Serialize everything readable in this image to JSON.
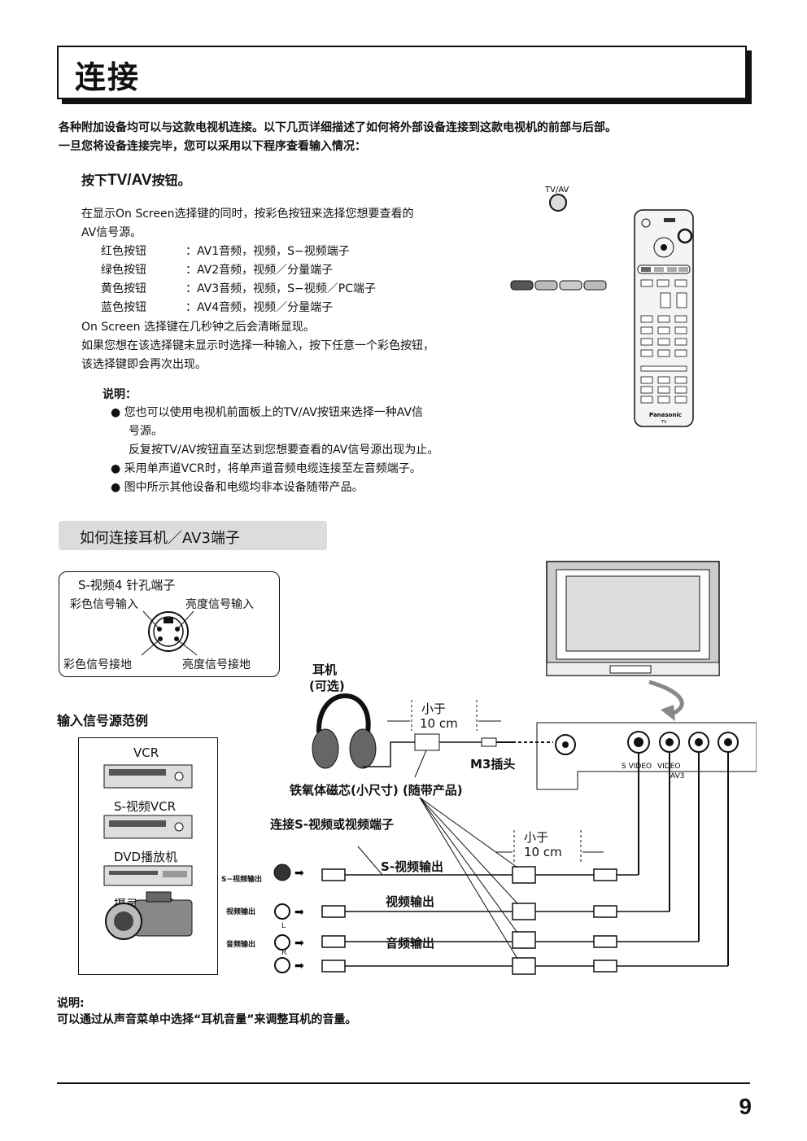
{
  "page": {
    "title": "连接",
    "intro_line1": "各种附加设备均可以与这款电视机连接。以下几页详细描述了如何将外部设备连接到这款电视机的前部与后部。",
    "intro_line2": "一旦您将设备连接完毕，您可以采用以下程序查看输入情况：",
    "step_prefix": "按下",
    "step_button": "TV/AV",
    "step_suffix": "按钮。",
    "instr_line1": "在显示On Screen选择键的同时，按彩色按钮来选择您想要查看的",
    "instr_line2": "AV信号源。",
    "color_buttons": [
      {
        "name": "红色按钮",
        "desc": "：AV1音频，视频，S−视频端子"
      },
      {
        "name": "绿色按钮",
        "desc": "：AV2音频，视频／分量端子"
      },
      {
        "name": "黄色按钮",
        "desc": "：AV3音频，视频，S−视频／PC端子"
      },
      {
        "name": "蓝色按钮",
        "desc": "：AV4音频，视频／分量端子"
      }
    ],
    "clear_line": "On Screen 选择键在几秒钟之后会清晰显现。",
    "reappear_line1": "如果您想在该选择键未显示时选择一种输入，按下任意一个彩色按钮，",
    "reappear_line2": "该选择键即会再次出现。",
    "note_label": "说明：",
    "notes": [
      "您也可以使用电视机前面板上的TV/AV按钮来选择一种AV信",
      "号源。",
      "反复按TV/AV按钮直至达到您想要查看的AV信号源出现为止。",
      "采用单声道VCR时，将单声道音频电缆连接至左音频端子。",
      "图中所示其他设备和电缆均非本设备随带产品。"
    ],
    "remote_label": "TV/AV",
    "remote_brand": "Panasonic",
    "remote_sub": "TV",
    "section_title": "如何连接耳机／AV3端子",
    "svideo_box": {
      "title": "S-视频4 针孔端子",
      "chroma_in": "彩色信号输入",
      "luma_in": "亮度信号输入",
      "chroma_gnd": "彩色信号接地",
      "luma_gnd": "亮度信号接地"
    },
    "example_title": "输入信号源范例",
    "devices": [
      "VCR",
      "S-视频VCR",
      "DVD播放机",
      "摄录一体机"
    ],
    "out_labels_small": [
      "S−视频输出",
      "视频输出",
      "音频输出"
    ],
    "lr_labels": [
      "L",
      "R"
    ],
    "headphone_label1": "耳机",
    "headphone_label2": "(可选)",
    "less_than": "小于",
    "ten_cm": "10 cm",
    "m3_plug": "M3插头",
    "ferrite_label": "铁氧体磁芯(小尺寸) (随带产品)",
    "connect_label": "连接S-视频或视频端子",
    "cable_labels": [
      "S-视频输出",
      "视频输出",
      "音频输出"
    ],
    "panel_labels": [
      "S VIDEO",
      "VIDEO",
      "AV3"
    ],
    "bottom_note_label": "说明:",
    "bottom_note": "可以通过从声音菜单中选择“耳机音量”来调整耳机的音量。",
    "page_number": "9"
  }
}
